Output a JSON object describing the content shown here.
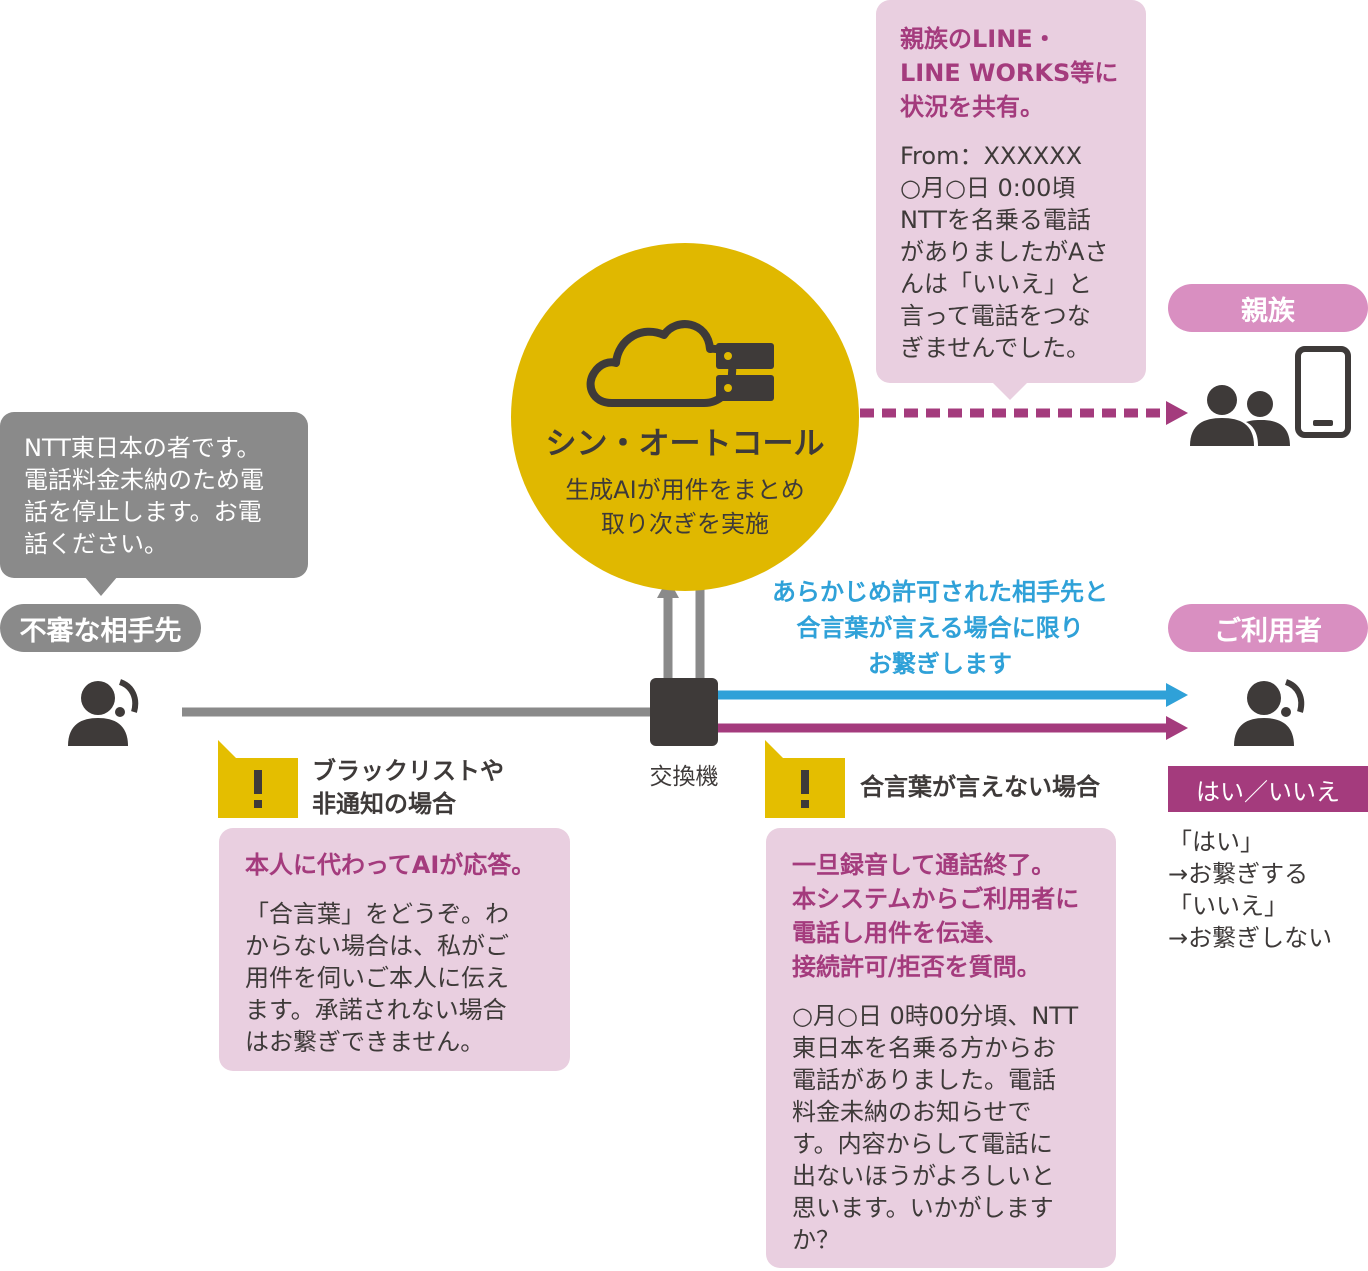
{
  "colors": {
    "magenta": "#a43b7d",
    "pink_bg": "#e9cfe0",
    "pill_pink": "#d98fc1",
    "gold": "#e0b800",
    "blue": "#2fa1d8",
    "gray": "#8a8a8a",
    "dark": "#3e3a39",
    "warn_yellow": "#e4be00"
  },
  "center": {
    "title": "シン・オートコール",
    "desc": "生成AIが用件をまとめ\n取り次ぎを実施",
    "icon": "cloud-server-icon"
  },
  "family_bubble": {
    "heading": "親族のLINE・\nLINE WORKS等に\n状況を共有。",
    "body": "From：XXXXXX\n○月○日 0:00頃\nNTTを名乗る電話\nがありましたがAさ\nんは「いいえ」と\n言って電話をつな\nぎませんでした。"
  },
  "family": {
    "label": "親族",
    "icons": [
      "group-icon",
      "smartphone-icon"
    ]
  },
  "caller": {
    "speech": "NTT東日本の者です。\n電話料金未納のため電\n話を停止します。お電\n話ください。",
    "label": "不審な相手先",
    "icon": "headset-person-icon"
  },
  "switch": {
    "label": "交換機"
  },
  "allowed_note": "あらかじめ許可された相手先と\n合言葉が言える場合に限り\nお繋ぎします",
  "user": {
    "label": "ご利用者",
    "icon": "headset-person-icon",
    "answer_bar": "はい／いいえ",
    "answer_detail": "「はい」\n→お繋ぎする\n「いいえ」\n→お繋ぎしない"
  },
  "warning_left": {
    "icon": "exclamation-icon",
    "label": "ブラックリストや\n非通知の場合",
    "heading": "本人に代わってAIが応答。",
    "body": "「合言葉」をどうぞ。わ\nからない場合は、私がご\n用件を伺いご本人に伝え\nます。承諾されない場合\nはお繋ぎできません。"
  },
  "warning_right": {
    "icon": "exclamation-icon",
    "label": "合言葉が言えない場合",
    "heading": "一旦録音して通話終了。\n本システムからご利用者に\n電話し用件を伝達、\n接続許可/拒否を質問。",
    "body": "○月○日 0時00分頃、NTT\n東日本を名乗る方からお\n電話がありました。電話\n料金未納のお知らせで\nす。内容からして電話に\n出ないほうがよろしいと\n思います。いかがします\nか？"
  }
}
